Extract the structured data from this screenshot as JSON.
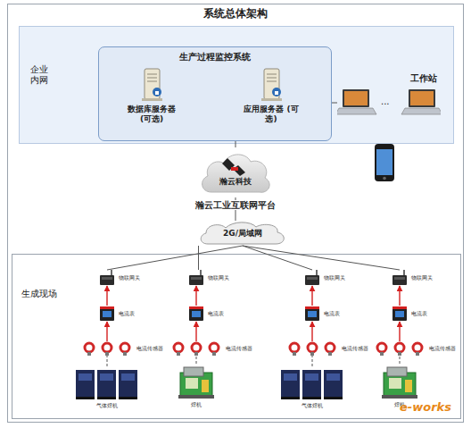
{
  "diagram": {
    "title": "系统总体架构",
    "nodes": [
      {
        "text": [
          "系统总体架构"
        ]
      },
      {
        "text": [
          "企业内网"
        ],
        "in": 0
      },
      {
        "text": [
          "生产过程监控系统"
        ],
        "in": 1
      },
      {
        "text": [
          "数据库服务器 (可选)"
        ],
        "in": 2
      },
      {
        "text": [
          "应用服务器 (可选)"
        ],
        "in": 2
      },
      {
        "text": [
          "工作站"
        ],
        "in": 1
      },
      {
        "text": [
          "瀚云科技",
          "瀚云工业互联网平台"
        ],
        "in": 0
      },
      {
        "text": [
          "2G/局域网"
        ],
        "in": 0
      },
      {
        "text": [
          "生成现场"
        ],
        "in": 0
      },
      {
        "text": [
          "物联网关"
        ],
        "in": 8
      },
      {
        "text": [
          "电流表"
        ],
        "in": 8
      },
      {
        "text": [
          "电流传感器"
        ],
        "in": 8
      },
      {
        "text": [
          "气体焊机"
        ],
        "in": 8
      },
      {
        "text": [
          "物联网关"
        ],
        "in": 8
      },
      {
        "text": [
          "电流表"
        ],
        "in": 8
      },
      {
        "text": [
          "电流传感器"
        ],
        "in": 8
      },
      {
        "text": [
          "焊机"
        ],
        "in": 8
      },
      {
        "text": [
          "物联网关"
        ],
        "in": 8
      },
      {
        "text": [
          "电流表"
        ],
        "in": 8
      },
      {
        "text": [
          "电流传感器"
        ],
        "in": 8
      },
      {
        "text": [
          "气体焊机"
        ],
        "in": 8
      },
      {
        "text": [
          "物联网关"
        ],
        "in": 8
      },
      {
        "text": [
          "电流表"
        ],
        "in": 8
      },
      {
        "text": [
          "电流传感器"
        ],
        "in": 8
      },
      {
        "text": [
          "焊机"
        ],
        "in": 8
      }
    ],
    "edges": [
      {
        "from": 2,
        "to": 5,
        "arrow": "none"
      },
      {
        "from": 2,
        "to": 6,
        "arrow": "none"
      },
      {
        "from": 6,
        "to": 7,
        "arrow": "none"
      },
      {
        "from": 7,
        "to": 9,
        "arrow": "none"
      },
      {
        "from": 10,
        "to": 9,
        "arrow": "to"
      },
      {
        "from": 11,
        "to": 10,
        "arrow": "to"
      },
      {
        "from": 12,
        "to": 11,
        "arrow": "none"
      },
      {
        "from": 7,
        "to": 13,
        "arrow": "none"
      },
      {
        "from": 14,
        "to": 13,
        "arrow": "to"
      },
      {
        "from": 15,
        "to": 14,
        "arrow": "to"
      },
      {
        "from": 16,
        "to": 15,
        "arrow": "none"
      },
      {
        "from": 7,
        "to": 17,
        "arrow": "none"
      },
      {
        "from": 18,
        "to": 17,
        "arrow": "to"
      },
      {
        "from": 19,
        "to": 18,
        "arrow": "to"
      },
      {
        "from": 20,
        "to": 19,
        "arrow": "none"
      },
      {
        "from": 7,
        "to": 21,
        "arrow": "none"
      },
      {
        "from": 22,
        "to": 21,
        "arrow": "to"
      },
      {
        "from": 23,
        "to": 22,
        "arrow": "to"
      },
      {
        "from": 24,
        "to": 23,
        "arrow": "none"
      }
    ],
    "labels": [
      "...",
      "e-works"
    ]
  }
}
